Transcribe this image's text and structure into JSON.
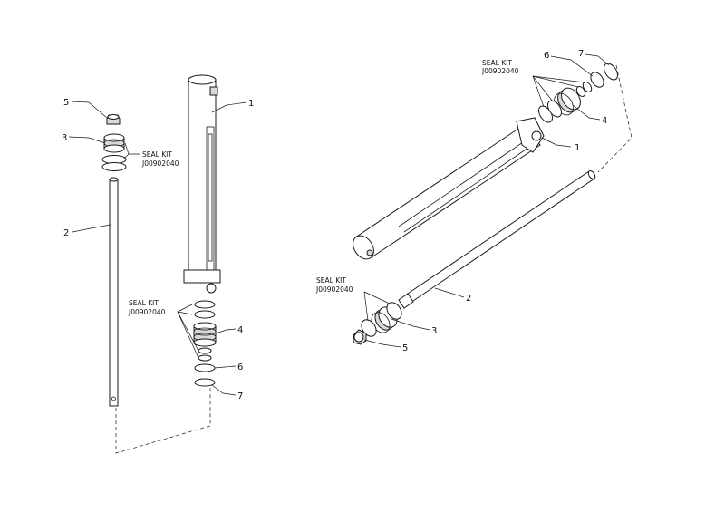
{
  "left_view": {
    "callouts": {
      "c1": "1",
      "c2": "2",
      "c3": "3",
      "c4": "4",
      "c5": "5",
      "c6": "6",
      "c7": "7"
    },
    "seal_kit_top": {
      "title": "SEAL KIT",
      "number": "J00902040"
    },
    "seal_kit_bottom": {
      "title": "SEAL KIT",
      "number": "J00902040"
    }
  },
  "right_view": {
    "callouts": {
      "c1": "1",
      "c2": "2",
      "c3": "3",
      "c4": "4",
      "c5": "5",
      "c6": "6",
      "c7": "7"
    },
    "seal_kit_top": {
      "title": "SEAL KIT",
      "number": "J00902040"
    },
    "seal_kit_bottom": {
      "title": "SEAL KIT",
      "number": "J00902040"
    }
  }
}
